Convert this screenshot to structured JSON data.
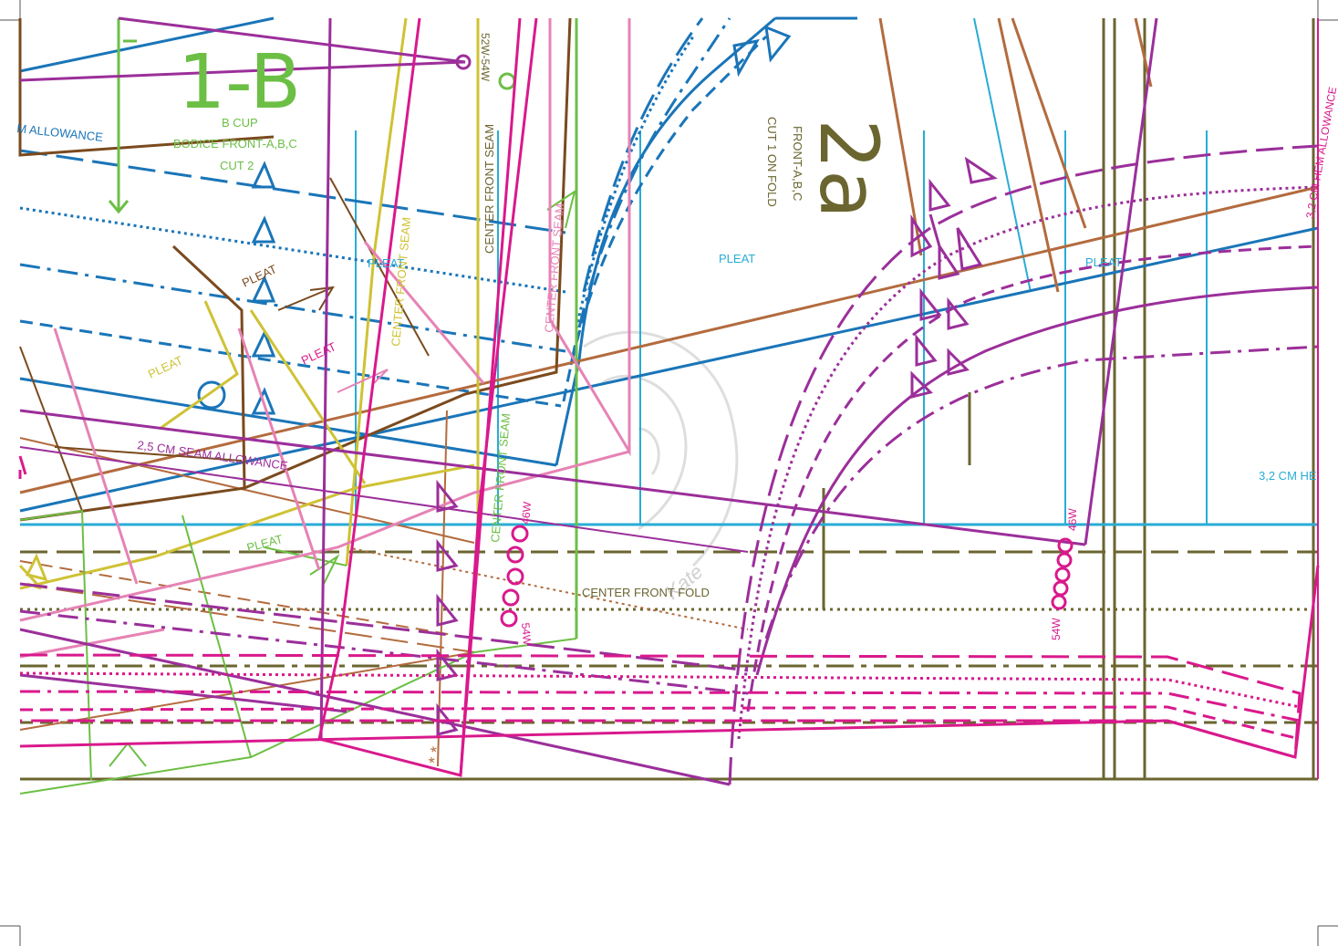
{
  "colors": {
    "green": "#6cbf45",
    "blue": "#1a75b8",
    "cyan": "#29acd6",
    "purple": "#9b2f9a",
    "magenta": "#d9198c",
    "pink": "#e683b5",
    "brown": "#b36b3e",
    "darkbrown": "#7a4a1e",
    "olive": "#6b6530",
    "yellow": "#cfc235",
    "watermark": "#cfcfcf"
  },
  "piece_1b": {
    "number": "1-B",
    "cup": "B CUP",
    "name": "BODICE FRONT-A,B,C",
    "cut": "CUT 2",
    "allowance": "M ALLOWANCE",
    "seam_allowance": "2,5 CM SEAM ALLOWANCE"
  },
  "piece_2a": {
    "number": "2a",
    "name": "FRONT-A,B,C",
    "cut": "CUT 1 ON FOLD"
  },
  "labels": {
    "pleat": "PLEAT",
    "center_front_seam": "CENTER FRONT SEAM",
    "center_front_fold": "CENTER FRONT FOLD",
    "size_52_54": "52W-54W",
    "size_46": "46W",
    "size_54": "54W",
    "hem_allowance_top": "3,2 CM HEM ALLOWANCE",
    "hem_allowance_right": "3,2 CM HE",
    "watermark": "Kate"
  }
}
